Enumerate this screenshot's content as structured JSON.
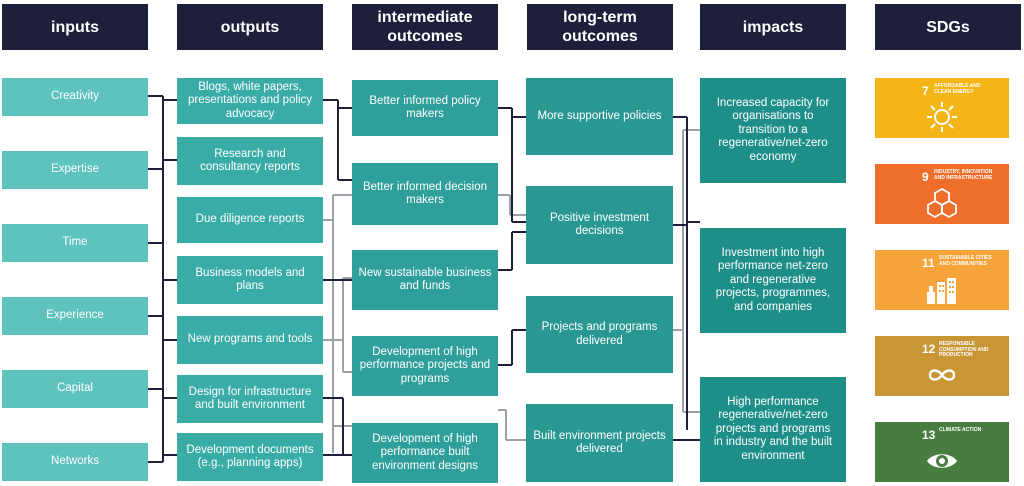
{
  "headers": {
    "inputs": "inputs",
    "outputs": "outputs",
    "intermediate": "intermediate outcomes",
    "longterm": "long-term outcomes",
    "impacts": "impacts",
    "sdgs": "SDGs"
  },
  "inputs": [
    "Creativity",
    "Expertise",
    "Time",
    "Experience",
    "Capital",
    "Networks"
  ],
  "outputs": [
    "Blogs, white papers, presentations and policy advocacy",
    "Research and consultancy reports",
    "Due diligence reports",
    "Business models and plans",
    "New programs and tools",
    "Design for infrastructure and built environment",
    "Development documents (e.g., planning apps)"
  ],
  "intermediate": [
    "Better informed policy makers",
    "Better informed decision makers",
    "New sustainable business and funds",
    "Development of high performance projects and programs",
    "Development of high performance built environment designs"
  ],
  "longterm": [
    "More supportive policies",
    "Positive investment decisions",
    "Projects and programs delivered",
    "Built environment projects delivered"
  ],
  "impacts": [
    "Increased capacity for organisations to transition to a regenerative/net-zero economy",
    "Investment into high performance net-zero and regenerative projects, programmes, and companies",
    "High performance regenerative/net-zero projects and programs in industry and the built environment"
  ],
  "sdgs": [
    {
      "number": "7",
      "label": "Affordable and clean energy",
      "color": "#f4b517",
      "icon": "sun-plug-icon"
    },
    {
      "number": "9",
      "label": "Industry, innovation and infrastructure",
      "color": "#ee6e2c",
      "icon": "cubes-icon"
    },
    {
      "number": "11",
      "label": "Sustainable cities and communities",
      "color": "#f6a339",
      "icon": "city-icon"
    },
    {
      "number": "12",
      "label": "Responsible consumption and production",
      "color": "#c99636",
      "icon": "infinity-icon"
    },
    {
      "number": "13",
      "label": "Climate action",
      "color": "#477e3f",
      "icon": "earth-eye-icon"
    }
  ],
  "colors": {
    "header": "#1d1f3b",
    "connector_dark": "#1d1f3b",
    "connector_grey": "#9aa0a8"
  }
}
